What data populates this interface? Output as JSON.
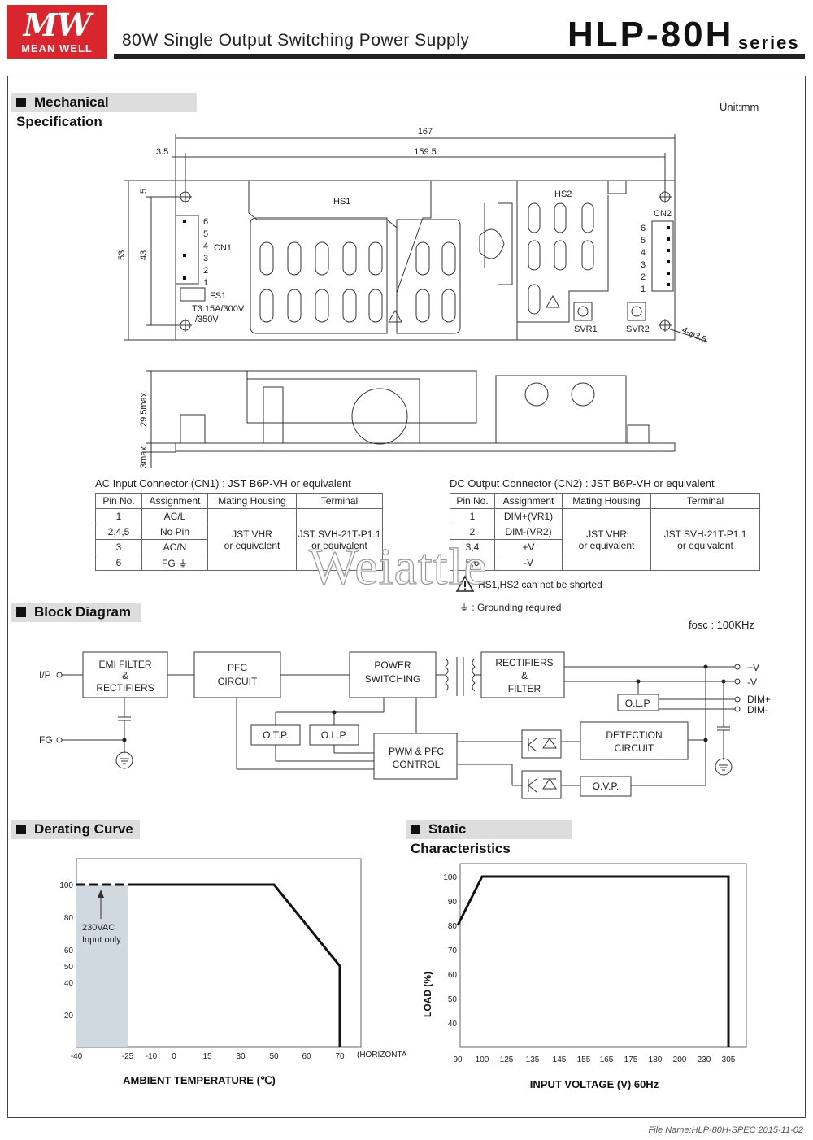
{
  "header": {
    "logo_mark": "MW",
    "logo_text": "MEAN WELL",
    "subtitle": "80W Single Output Switching Power Supply",
    "model": "HLP-80H",
    "series": "series"
  },
  "mechanical": {
    "title": "Mechanical Specification",
    "unit": "Unit:mm",
    "dims": {
      "d167": "167",
      "d159_5": "159.5",
      "d3_5": "3.5",
      "d5": "5",
      "d53": "53",
      "d43": "43",
      "d29_5": "29.5max.",
      "d3": "3max.",
      "hole": "4-φ3.5"
    },
    "labels": {
      "hs1": "HS1",
      "hs2": "HS2",
      "cn1": "CN1",
      "cn2": "CN2",
      "fs1": "FS1",
      "fuse": "T3.15A/300V",
      "fuse2": "/350V",
      "svr1": "SVR1",
      "svr2": "SVR2"
    },
    "cn1_pins": [
      "6",
      "5",
      "4",
      "3",
      "2",
      "1"
    ],
    "cn2_pins": [
      "6",
      "5",
      "4",
      "3",
      "2",
      "1"
    ]
  },
  "cn1_table": {
    "caption": "AC Input Connector (CN1) : JST B6P-VH or equivalent",
    "headers": [
      "Pin No.",
      "Assignment",
      "Mating Housing",
      "Terminal"
    ],
    "rows": [
      [
        "1",
        "AC/L"
      ],
      [
        "2,4,5",
        "No Pin"
      ],
      [
        "3",
        "AC/N"
      ],
      [
        "6",
        "FG ⏚"
      ]
    ],
    "housing": [
      "JST VHR",
      "or equivalent"
    ],
    "terminal": [
      "JST SVH-21T-P1.1",
      "or equivalent"
    ]
  },
  "cn2_table": {
    "caption": "DC Output Connector (CN2) : JST B6P-VH or equivalent",
    "headers": [
      "Pin No.",
      "Assignment",
      "Mating Housing",
      "Terminal"
    ],
    "rows": [
      [
        "1",
        "DIM+(VR1)"
      ],
      [
        "2",
        "DIM-(VR2)"
      ],
      [
        "3,4",
        "+V"
      ],
      [
        "5,6",
        "-V"
      ]
    ],
    "housing": [
      "JST VHR",
      "or equivalent"
    ],
    "terminal": [
      "JST SVH-21T-P1.1",
      "or equivalent"
    ]
  },
  "notes": {
    "warn": "HS1,HS2 can not be shorted",
    "ground": "⏚ : Grounding required"
  },
  "watermark": "Weiattle",
  "block": {
    "title": "Block Diagram",
    "fosc": "fosc :  100KHz",
    "emi": [
      "EMI FILTER",
      "&",
      "RECTIFIERS"
    ],
    "pfc": [
      "PFC",
      "CIRCUIT"
    ],
    "power": [
      "POWER",
      "SWITCHING"
    ],
    "rect": [
      "RECTIFIERS",
      "&",
      "FILTER"
    ],
    "otp": "O.T.P.",
    "olp_left": "O.L.P.",
    "olp_right": "O.L.P.",
    "pwm": [
      "PWM & PFC",
      "CONTROL"
    ],
    "detect": [
      "DETECTION",
      "CIRCUIT"
    ],
    "ovp": "O.V.P.",
    "ip": "I/P",
    "fg": "FG",
    "outputs": [
      "+V",
      "-V",
      "DIM+",
      "DIM-"
    ]
  },
  "derating": {
    "title": "Derating Curve",
    "note": [
      "230VAC",
      "Input only"
    ],
    "unit_note": "(HORIZONTAL)",
    "xlabel_text": "AMBIENT TEMPERATURE (℃)"
  },
  "static": {
    "title": "Static Characteristics",
    "xlabel_text": "INPUT VOLTAGE (V) 60Hz",
    "ylabel_text": "LOAD (%)"
  },
  "chart_data": [
    {
      "type": "line",
      "title": "Derating Curve",
      "xlabel": "AMBIENT TEMPERATURE (℃)",
      "ylabel": "",
      "x_ticks": [
        "-40",
        "-25",
        "-10",
        "0",
        "15",
        "30",
        "50",
        "60",
        "70"
      ],
      "y_ticks": [
        "20",
        "40",
        "50",
        "60",
        "80",
        "100"
      ],
      "series": [
        {
          "x": [
            -25,
            50,
            70,
            70
          ],
          "y": [
            100,
            100,
            50,
            0
          ]
        }
      ],
      "dashed_segment": {
        "x": [
          -40,
          -25
        ],
        "y": [
          100,
          100
        ]
      },
      "shaded_region": {
        "x": [
          -40,
          -25
        ]
      }
    },
    {
      "type": "line",
      "title": "Static Characteristics",
      "xlabel": "INPUT VOLTAGE (V) 60Hz",
      "ylabel": "LOAD (%)",
      "x_ticks": [
        "90",
        "100",
        "125",
        "135",
        "145",
        "155",
        "165",
        "175",
        "180",
        "200",
        "230",
        "305"
      ],
      "y_ticks": [
        "40",
        "50",
        "60",
        "70",
        "80",
        "90",
        "100"
      ],
      "series": [
        {
          "x": [
            90,
            100,
            305,
            305
          ],
          "y": [
            80,
            100,
            100,
            30
          ]
        }
      ]
    }
  ],
  "footer": "File Name:HLP-80H-SPEC   2015-11-02"
}
